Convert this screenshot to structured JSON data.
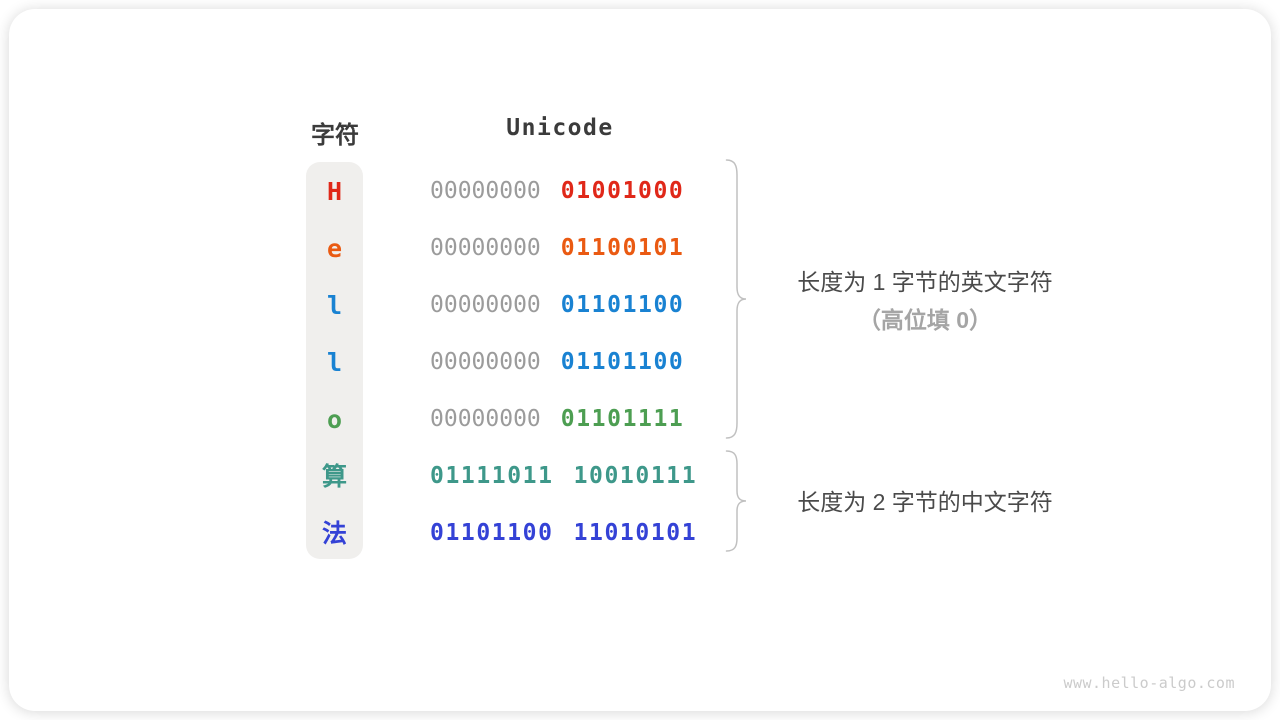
{
  "header": {
    "character_column": "字符",
    "unicode_column": "Unicode"
  },
  "rows": [
    {
      "char": "H",
      "color": "#e02819",
      "high_byte": "00000000",
      "high_color": "#9b9b9b",
      "high_bold": false,
      "low_byte": "01001000",
      "low_color": "#e02819"
    },
    {
      "char": "e",
      "color": "#ea5a12",
      "high_byte": "00000000",
      "high_color": "#9b9b9b",
      "high_bold": false,
      "low_byte": "01100101",
      "low_color": "#ea5a12"
    },
    {
      "char": "l",
      "color": "#1982d2",
      "high_byte": "00000000",
      "high_color": "#9b9b9b",
      "high_bold": false,
      "low_byte": "01101100",
      "low_color": "#1982d2"
    },
    {
      "char": "l",
      "color": "#1982d2",
      "high_byte": "00000000",
      "high_color": "#9b9b9b",
      "high_bold": false,
      "low_byte": "01101100",
      "low_color": "#1982d2"
    },
    {
      "char": "o",
      "color": "#4d9e52",
      "high_byte": "00000000",
      "high_color": "#9b9b9b",
      "high_bold": false,
      "low_byte": "01101111",
      "low_color": "#4d9e52"
    },
    {
      "char": "算",
      "color": "#3e988a",
      "high_byte": "01111011",
      "high_color": "#3e988a",
      "high_bold": true,
      "low_byte": "10010111",
      "low_color": "#3e988a"
    },
    {
      "char": "法",
      "color": "#3442d6",
      "high_byte": "01101100",
      "high_color": "#3442d6",
      "high_bold": true,
      "low_byte": "11010101",
      "low_color": "#3442d6"
    }
  ],
  "annotations": {
    "english_chars": {
      "line1": "长度为 1 字节的英文字符",
      "line2": "（高位填 0）"
    },
    "chinese_chars": {
      "line1": "长度为 2 字节的中文字符"
    }
  },
  "watermark": "www.hello-algo.com",
  "colors": {
    "zero_padding": "#9b9b9b",
    "pill_background": "#f0efed",
    "brace": "#c0c0c0",
    "heading_text": "#3b3b3b",
    "annotation_text": "#4a4a4a",
    "annotation_sub_text": "#a5a5a5",
    "watermark_text": "#cbcbcb"
  }
}
